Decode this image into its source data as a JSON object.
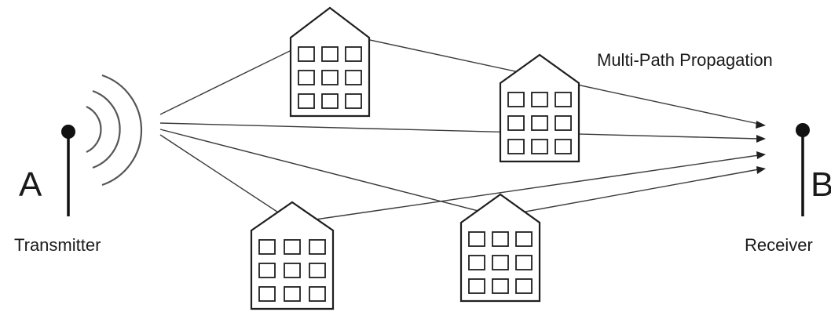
{
  "diagram": {
    "title": "Multi-Path Propagation",
    "transmitter": {
      "letter": "A",
      "label": "Transmitter"
    },
    "receiver": {
      "letter": "B",
      "label": "Receiver"
    },
    "buildings": [
      {
        "name": "building-top-left",
        "windows": 9
      },
      {
        "name": "building-mid-right",
        "windows": 9
      },
      {
        "name": "building-bottom-left",
        "windows": 9
      },
      {
        "name": "building-bottom-right",
        "windows": 9
      }
    ],
    "paths": [
      {
        "name": "path-reflected-top-building"
      },
      {
        "name": "path-direct"
      },
      {
        "name": "path-reflected-bottom-right-building"
      },
      {
        "name": "path-reflected-bottom-left-building"
      }
    ],
    "colors": {
      "background": "#ffffff",
      "stroke": "#1f1f1f",
      "text": "#1a1a1a"
    }
  }
}
